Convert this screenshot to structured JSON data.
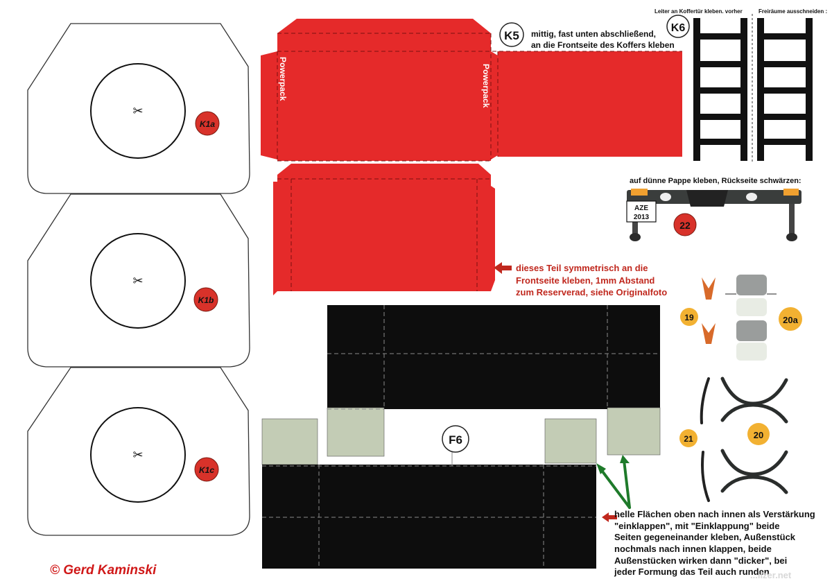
{
  "copyright": "© Gerd Kaminski",
  "parts": {
    "k1a": "K1a",
    "k1b": "K1b",
    "k1c": "K1c",
    "k5": "K5",
    "k6": "K6",
    "f6": "F6",
    "p19": "19",
    "p20": "20",
    "p20a": "20a",
    "p21": "21",
    "p22": "22"
  },
  "red_part": {
    "flap_text": "Powerpack"
  },
  "instructions": {
    "k5_line1": "mittig, fast unten abschließend,",
    "k5_line2": "an die Frontseite des Koffers kleben",
    "k6_left": "Leiter an Koffertür kleben. vorher",
    "k6_right": "Freiräume ausschneiden :",
    "part22": "auf dünne Pappe kleben, Rückseite schwärzen:",
    "red_line1": "dieses Teil symmetrisch an die",
    "red_line2": "Frontseite kleben, 1mm Abstand",
    "red_line3": "zum Reserverad, siehe Originalfoto",
    "f6_line1": "helle Flächen oben nach innen als Verstärkung",
    "f6_line2": "\"einklappen\", mit \"Einklappung\" beide",
    "f6_line3": "Seiten gegeneinander kleben, Außenstück",
    "f6_line4": "nochmals nach innen klappen, beide",
    "f6_line5": "Außenstücken wirken dann \"dicker\", bei",
    "f6_line6": "jeder Formung das Teil auch runden"
  },
  "plate": {
    "line1": "AZE",
    "line2": "2013"
  },
  "watermark": "...lizer.net",
  "colors": {
    "red": "#e52a2a",
    "black": "#0d0d0d",
    "pale_green": "#c3ccb5",
    "badge_red": "#d8322a",
    "badge_orange": "#f2b132",
    "arrow_red": "#c0281e",
    "arrow_green": "#1e7a2a"
  }
}
